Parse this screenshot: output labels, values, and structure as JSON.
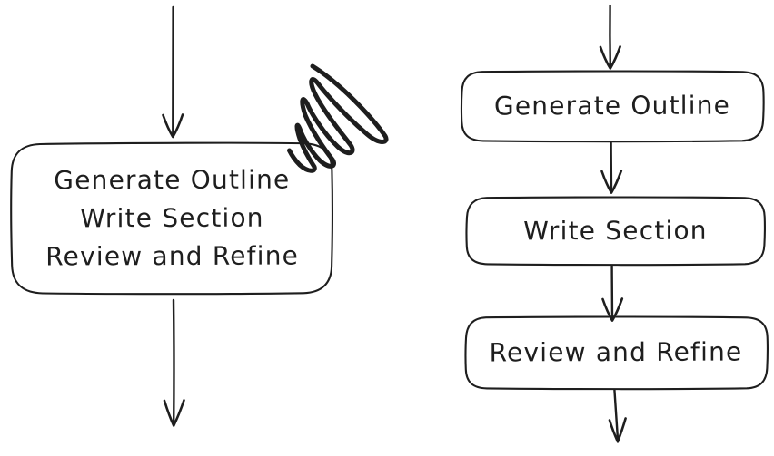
{
  "canvas": {
    "background_color": "#ffffff",
    "stroke_color": "#1e1e1e",
    "description": "Two hand-drawn flowcharts comparing a single combined step box (scratched out) with three separate sequential step boxes"
  },
  "left_diagram": {
    "box_lines": [
      "Generate Outline",
      "Write Section",
      "Review and Refine"
    ],
    "annotation": "scratch-out scribble over top-right corner"
  },
  "right_diagram": {
    "steps": [
      "Generate Outline",
      "Write Section",
      "Review and Refine"
    ]
  }
}
